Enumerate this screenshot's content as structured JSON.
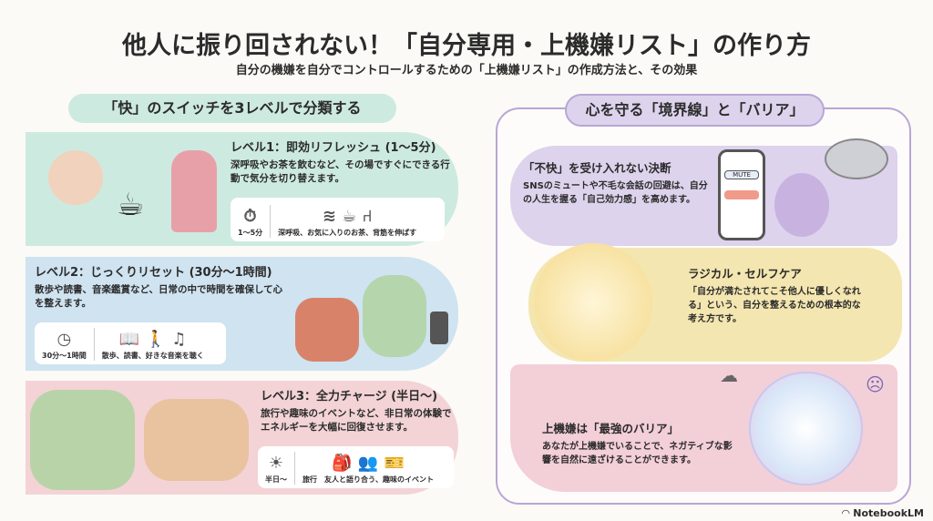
{
  "title": "他人に振り回されない！「自分専用・上機嫌リスト」の作り方",
  "subtitle": "自分の機嫌を自分でコントロールするための「上機嫌リスト」の作成方法と、その効果",
  "left": {
    "heading": "「快」のスイッチを3レベルで分類する",
    "levels": [
      {
        "title": "レベル1：即効リフレッシュ (1〜5分)",
        "desc": "深呼吸やお茶を飲むなど、その場ですぐにできる行動で気分を切り替えます。",
        "time_label": "1〜5分",
        "examples": "深呼吸、お気に入りのお茶、背筋を伸ばす",
        "color": "#cdeae0"
      },
      {
        "title": "レベル2：じっくりリセット (30分〜1時間)",
        "desc": "散歩や読書、音楽鑑賞など、日常の中で時間を確保して心を整えます。",
        "time_label": "30分〜1時間",
        "examples": "散歩、読書、好きな音楽を聴く",
        "color": "#cfe3f0"
      },
      {
        "title": "レベル3：全力チャージ (半日〜)",
        "desc": "旅行や趣味のイベントなど、非日常の体験でエネルギーを大幅に回復させます。",
        "time_label": "半日〜",
        "examples": "旅行　友人と語り合う、趣味のイベント",
        "color": "#f3d3d6"
      }
    ]
  },
  "right": {
    "heading": "心を守る「境界線」と「バリア」",
    "items": [
      {
        "title": "「不快」を受け入れない決断",
        "desc": "SNSのミュートや不毛な会話の回避は、自分の人生を握る「自己効力感」を高めます。",
        "color": "#ddd3ec"
      },
      {
        "title": "ラジカル・セルフケア",
        "desc": "「自分が満たされてこそ他人に優しくなれる」という、自分を整えるための根本的な考え方です。",
        "color": "#f4e6b0"
      },
      {
        "title": "上機嫌は「最強のバリア」",
        "desc": "あなたが上機嫌でいることで、ネガティブな影響を自然に遠ざけることができます。",
        "color": "#f3cfd8"
      }
    ],
    "phone_label": "MUTE"
  },
  "badge": "NotebookLM"
}
